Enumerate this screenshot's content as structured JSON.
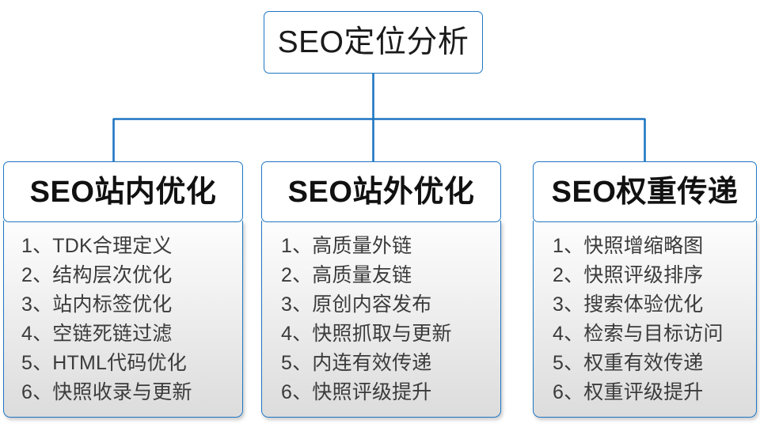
{
  "diagram": {
    "type": "org-tree",
    "root": {
      "label": "SEO定位分析"
    },
    "branches": [
      {
        "header": "SEO站内优化",
        "items": [
          "1、TDK合理定义",
          "2、结构层次优化",
          "3、站内标签优化",
          "4、空链死链过滤",
          "5、HTML代码优化",
          "6、快照收录与更新"
        ]
      },
      {
        "header": "SEO站外优化",
        "items": [
          "1、高质量外链",
          "2、高质量友链",
          "3、原创内容发布",
          "4、快照抓取与更新",
          "5、内连有效传递",
          "6、快照评级提升"
        ]
      },
      {
        "header": "SEO权重传递",
        "items": [
          "1、快照增缩略图",
          "2、快照评级排序",
          "3、搜索体验优化",
          "4、检索与目标访问",
          "5、权重有效传递",
          "6、权重评级提升"
        ]
      }
    ],
    "colors": {
      "border": "#1f76c2",
      "connector": "#1f76c2",
      "box_fill": "#ffffff",
      "list_fill_top": "#fdfdfd",
      "list_fill_bottom": "#dcdcdc",
      "root_text": "#1a1a1a",
      "header_text": "#111111",
      "item_text": "#3b3b3b"
    }
  }
}
